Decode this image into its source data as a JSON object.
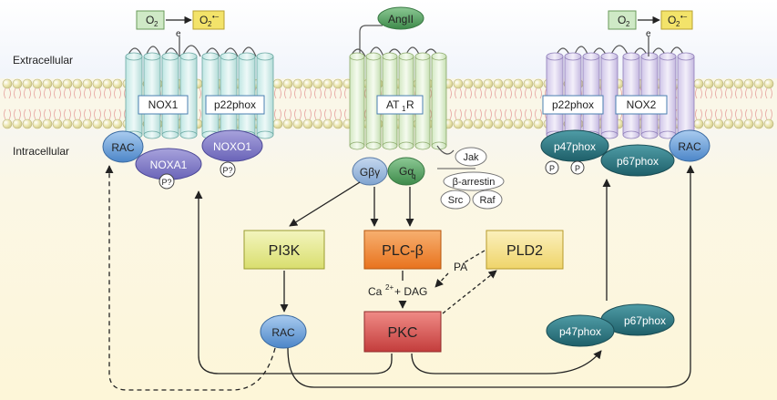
{
  "regions": {
    "extracellular": "Extracellular",
    "intracellular": "Intracellular"
  },
  "ligand": {
    "angII": "AngII"
  },
  "receptor": {
    "at1r_main": "AT",
    "at1r_sub": "1",
    "at1r_tail": "R"
  },
  "nox_left": {
    "nox1": "NOX1",
    "p22phox": "p22phox",
    "rac": "RAC",
    "noxa1": "NOXA1",
    "noxo1": "NOXO1",
    "p_unknown_a": "P?",
    "p_unknown_b": "P?"
  },
  "nox_right": {
    "p22phox": "p22phox",
    "nox2": "NOX2",
    "p47phox": "p47phox",
    "p67phox": "p67phox",
    "rac": "RAC",
    "p_a": "P",
    "p_b": "P"
  },
  "superoxide": {
    "o2": "O",
    "o2_sub": "2",
    "o2_rad": "O",
    "o2_rad_sub": "2",
    "o2_rad_sup": "•−",
    "electron": "e"
  },
  "g_proteins": {
    "gbg": "Gβγ",
    "gaq_main": "Gα",
    "gaq_sub": "q"
  },
  "effectors": {
    "jak": "Jak",
    "b_arrestin": "β-arrestin",
    "src": "Src",
    "raf": "Raf"
  },
  "enzymes": {
    "pi3k": "PI3K",
    "plcb": "PLC-β",
    "pld2": "PLD2",
    "pkc": "PKC",
    "rac_mid": "RAC"
  },
  "second_messengers": {
    "pa": "PA",
    "ca_dag_pre": "Ca",
    "ca_sup": "2+",
    "ca_dag_post": "+ DAG"
  },
  "cytosolic_complex": {
    "p47phox": "p47phox",
    "p67phox": "p67phox"
  },
  "colors": {
    "nox_left_body": "#d8f0ee",
    "nox_right_body": "#e3dcf0",
    "receptor_body": "#e6f1dc",
    "pi3k": "#e9ec9a",
    "plcb": "#f08c3c",
    "pld2": "#f4e290",
    "pkc": "#d95a58",
    "rac": "#6aa0d8",
    "p47_p67": "#2f7d86",
    "gbg": "#8fb0d6",
    "gaq": "#4e9e5a"
  }
}
